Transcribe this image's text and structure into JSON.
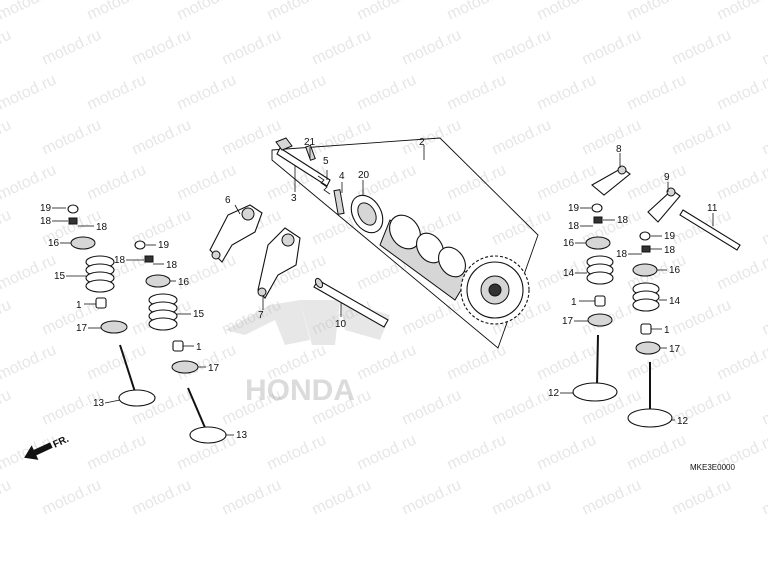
{
  "watermark": "motod.ru",
  "diagram_code": "MKE3E0000",
  "direction_label": "FR.",
  "brand_watermark": "HONDA",
  "callouts": {
    "c1a": "1",
    "c1b": "1",
    "c1c": "1",
    "c1d": "1",
    "c2": "2",
    "c3": "3",
    "c4": "4",
    "c5": "5",
    "c6": "6",
    "c7": "7",
    "c8": "8",
    "c9": "9",
    "c10": "10",
    "c11": "11",
    "c12a": "12",
    "c12b": "12",
    "c13a": "13",
    "c13b": "13",
    "c14a": "14",
    "c14b": "14",
    "c15a": "15",
    "c15b": "15",
    "c16a": "16",
    "c16b": "16",
    "c16c": "16",
    "c16d": "16",
    "c17a": "17",
    "c17b": "17",
    "c17c": "17",
    "c17d": "17",
    "c18a": "18",
    "c18b": "18",
    "c18c": "18",
    "c18d": "18",
    "c18e": "18",
    "c18f": "18",
    "c18g": "18",
    "c18h": "18",
    "c19a": "19",
    "c19b": "19",
    "c19c": "19",
    "c19d": "19",
    "c20": "20",
    "c21": "21"
  },
  "colors": {
    "line": "#111111",
    "watermark": "#c9c9c9",
    "background": "#ffffff"
  }
}
